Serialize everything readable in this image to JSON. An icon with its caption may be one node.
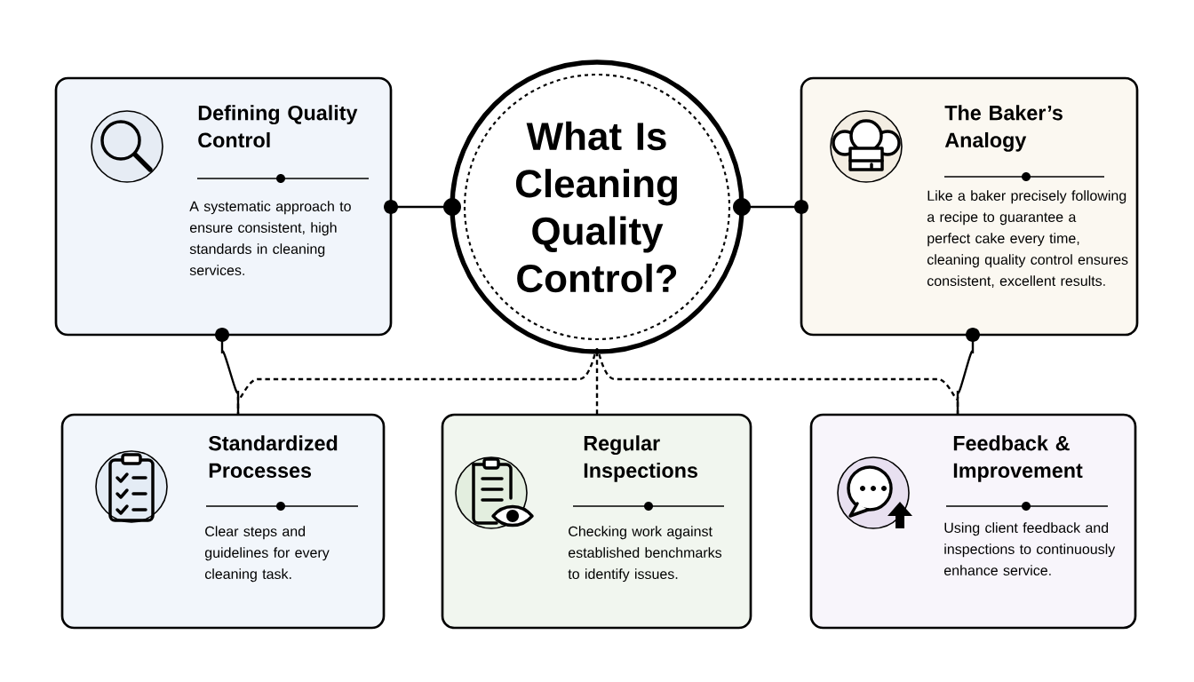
{
  "diagram": {
    "nodes": [
      {
        "text": [
          "What Is Cleaning Quality Control?"
        ]
      },
      {
        "text": [
          "Defining Quality Control",
          "A systematic approach to ensure consistent, high standards in cleaning services."
        ]
      },
      {
        "text": [
          "The Baker’s Analogy",
          "Like a baker precisely following a recipe to guarantee a perfect cake every time, cleaning quality control ensures consistent, excellent results."
        ]
      },
      {
        "text": [
          "Standardized Processes",
          "Clear steps and guidelines for every cleaning task."
        ]
      },
      {
        "text": [
          "Regular Inspections",
          "Checking work against established benchmarks to identify issues."
        ]
      },
      {
        "text": [
          "Feedback & Improvement",
          "Using client feedback and inspections to continuously enhance service."
        ]
      }
    ],
    "edges": [
      {
        "from": 0,
        "to": 1,
        "arrow": "other"
      },
      {
        "from": 0,
        "to": 2,
        "arrow": "other"
      },
      {
        "from": 1,
        "to": 3,
        "arrow": "other"
      },
      {
        "from": 2,
        "to": 5,
        "arrow": "other"
      },
      {
        "from": 0,
        "to": 3,
        "arrow": "none",
        "style": "dashed"
      },
      {
        "from": 0,
        "to": 4,
        "arrow": "none",
        "style": "dashed"
      },
      {
        "from": 0,
        "to": 5,
        "arrow": "none",
        "style": "dashed"
      }
    ]
  }
}
